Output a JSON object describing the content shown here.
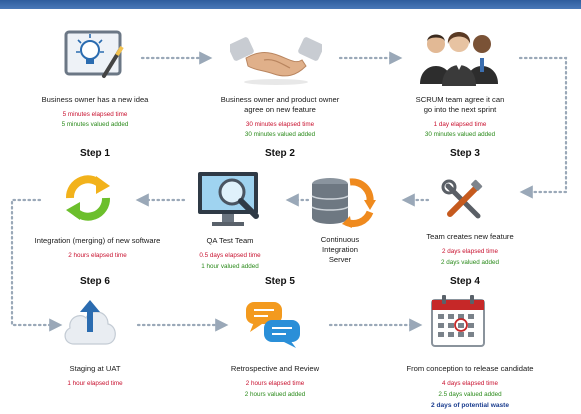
{
  "steps": [
    {
      "label": "Step 1"
    },
    {
      "label": "Step 2"
    },
    {
      "label": "Step 3"
    },
    {
      "label": "Step 4"
    },
    {
      "label": "Step 5"
    },
    {
      "label": "Step 6"
    }
  ],
  "nodes": {
    "idea": {
      "title": "Business owner has a new idea",
      "elapsed": "5 minutes elapsed time",
      "valued": "5 minutes valued added"
    },
    "agree_feature": {
      "title_1": "Business owner and product owner",
      "title_2": "agree on new feature",
      "elapsed": "30 minutes elapsed time",
      "valued": "30 minutes valued added"
    },
    "scrum": {
      "title_1": "SCRUM team agree it can",
      "title_2": "go into the next sprint",
      "elapsed": "1 day elapsed time",
      "valued": "30 minutes valued added"
    },
    "create_feature": {
      "title": "Team creates new feature",
      "elapsed": "2 days elapsed time",
      "valued": "2 days valued added"
    },
    "ci_server": {
      "title_1": "Continuous",
      "title_2": "Integration",
      "title_3": "Server"
    },
    "qa": {
      "title": "QA Test Team",
      "elapsed": "0.5 days elapsed time",
      "valued": "1 hour valued added"
    },
    "integration": {
      "title": "Integration (merging) of new software",
      "elapsed": "2 hours elapsed time"
    },
    "uat": {
      "title": "Staging at UAT",
      "elapsed": "1 hour elapsed time"
    },
    "retro": {
      "title": "Retrospective and Review",
      "elapsed": "2 hours elapsed time",
      "valued": "2 hours valued added"
    },
    "release": {
      "title": "From conception to release candidate",
      "elapsed": "4 days elapsed time",
      "valued": "2.5 days valued added",
      "waste": "2 days of potential waste"
    }
  },
  "icons": [
    "idea-whiteboard-icon",
    "handshake-icon",
    "team-icon",
    "tools-icon",
    "server-sync-icon",
    "magnifier-monitor-icon",
    "refresh-arrows-icon",
    "cloud-upload-icon",
    "chat-bubbles-icon",
    "calendar-icon"
  ],
  "colors": {
    "elapsed": "#c8102e",
    "valued": "#2a8a1a",
    "waste": "#1a3d8f",
    "connector": "#9aa8b8",
    "header": "#2f5d9e"
  }
}
